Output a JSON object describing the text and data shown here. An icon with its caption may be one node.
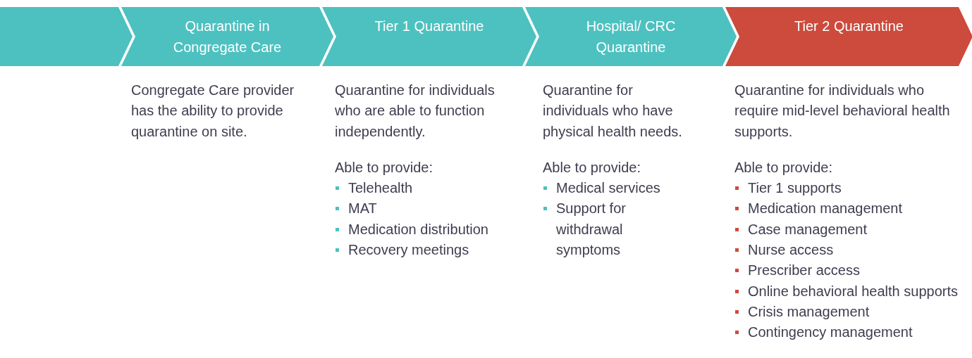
{
  "diagram": {
    "nodes": [
      {
        "text": [],
        "shape": "chevron"
      },
      {
        "text": [
          "Quarantine in Congregate Care"
        ],
        "beside": [
          "Congregate Care provider has the ability to provide quarantine on site."
        ]
      },
      {
        "text": [
          "Tier 1 Quarantine"
        ],
        "beside": [
          "Quarantine for individuals who are able to function independently.",
          "Able to provide:",
          "Telehealth",
          "MAT",
          "Medication distribution",
          "Recovery meetings"
        ]
      },
      {
        "text": [
          "Hospital/ CRC Quarantine"
        ],
        "beside": [
          "Quarantine for individuals who have physical health needs.",
          "Able to provide:",
          "Medical services",
          "Support for withdrawal symptoms"
        ]
      },
      {
        "text": [
          "Tier 2 Quarantine"
        ],
        "beside": [
          "Quarantine for individuals who require mid-level behavioral health supports.",
          "Able to provide:",
          "Tier 1 supports",
          "Medication management",
          "Case management",
          "Nurse access",
          "Prescriber access",
          "Online behavioral health supports",
          "Crisis management",
          "Contingency management"
        ]
      }
    ],
    "edges": []
  }
}
